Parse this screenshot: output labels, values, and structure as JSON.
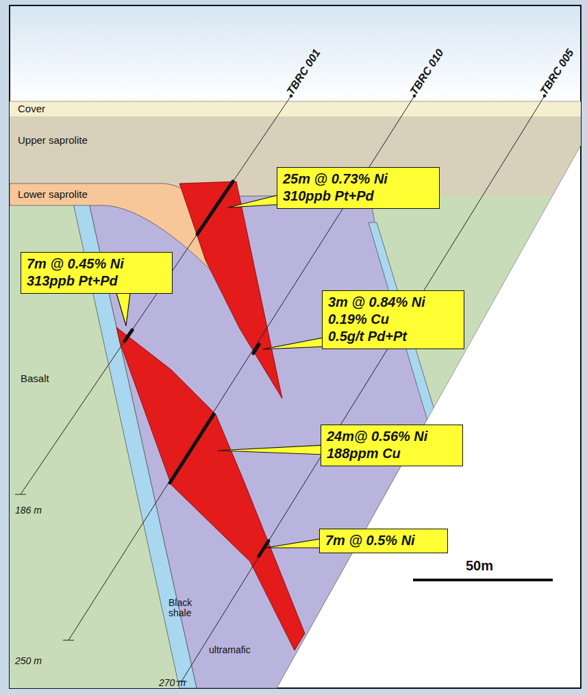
{
  "diagram": {
    "nodes": [
      {
        "text": [
          "25m @ 0.73% Ni",
          "310ppb Pt+Pd"
        ]
      },
      {
        "text": [
          "7m @ 0.45% Ni",
          "313ppb Pt+Pd"
        ]
      },
      {
        "text": [
          "3m @ 0.84% Ni",
          "0.19% Cu",
          "0.5g/t Pd+Pt"
        ]
      },
      {
        "text": [
          "24m@ 0.56% Ni",
          "188ppm Cu"
        ]
      },
      {
        "text": [
          "7m @ 0.5% Ni"
        ]
      }
    ],
    "labels": [
      "TBRC 001",
      "TBRC 010",
      "TBRC 005",
      "Cover",
      "Upper saprolite",
      "Lower saprolite",
      "Basalt",
      "Black shale",
      "ultramafic",
      "186 m",
      "250 m",
      "270 m",
      "50m"
    ]
  }
}
